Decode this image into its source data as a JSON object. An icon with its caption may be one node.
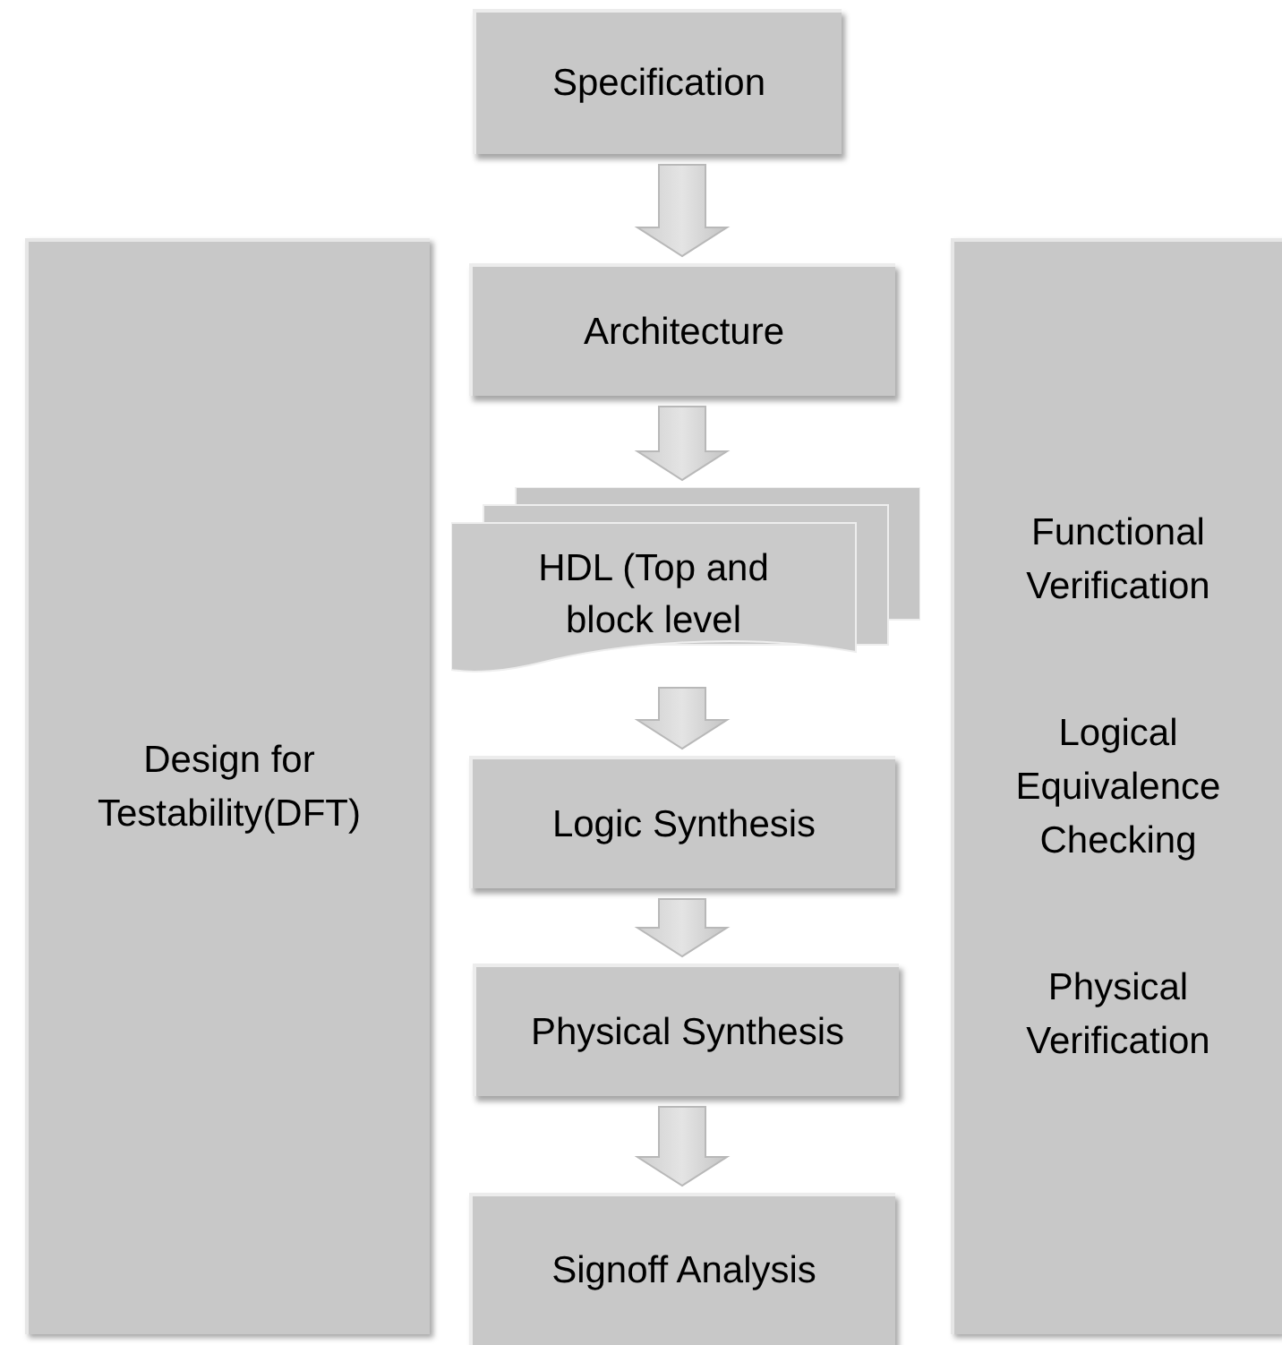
{
  "diagram": {
    "nodes": [
      {
        "text": [
          "Specification"
        ]
      },
      {
        "text": [
          "Design for Testability(DFT)"
        ]
      },
      {
        "text": [
          "Architecture"
        ]
      },
      {
        "text": [
          "Functional Verification",
          "Logical Equivalence Checking",
          "Physical Verification"
        ]
      },
      {
        "text": [
          "HDL (Top and block level"
        ]
      },
      {
        "text": [
          "Logic Synthesis"
        ]
      },
      {
        "text": [
          "Physical Synthesis"
        ]
      },
      {
        "text": [
          "Signoff Analysis"
        ]
      }
    ],
    "edges": [
      {
        "from": 0,
        "to": 2,
        "arrow": "to"
      },
      {
        "from": 2,
        "to": 4,
        "arrow": "to"
      },
      {
        "from": 4,
        "to": 5,
        "arrow": "to"
      },
      {
        "from": 5,
        "to": 6,
        "arrow": "to"
      },
      {
        "from": 6,
        "to": 7,
        "arrow": "to"
      }
    ]
  }
}
